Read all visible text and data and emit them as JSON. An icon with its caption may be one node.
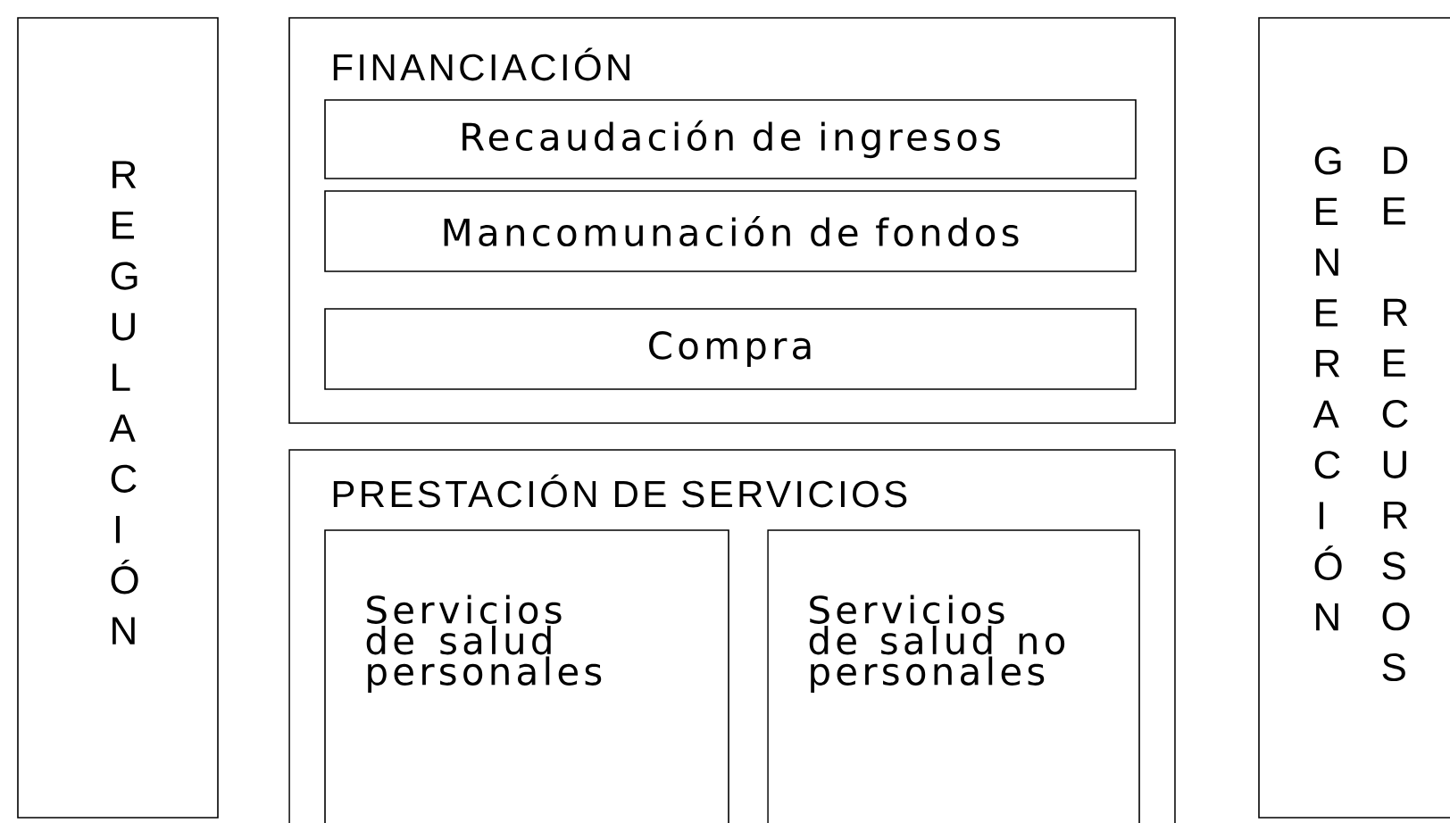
{
  "diagram": {
    "nodes": [
      {
        "text": [
          "REGULACIÓN"
        ]
      },
      {
        "text": [
          "FINANCIACIÓN"
        ]
      },
      {
        "text": [
          "Recaudación de ingresos"
        ],
        "in": 1
      },
      {
        "text": [
          "Mancomunación de fondos"
        ],
        "in": 1
      },
      {
        "text": [
          "Compra"
        ],
        "in": 1
      },
      {
        "text": [
          "PRESTACIÓN DE SERVICIOS"
        ]
      },
      {
        "text": [
          "Servicios de salud personales"
        ],
        "in": 5
      },
      {
        "text": [
          "Servicios de salud no personales"
        ],
        "in": 5
      },
      {
        "text": [
          "GENERACIÓN",
          "DE RECURSOS"
        ]
      }
    ]
  }
}
